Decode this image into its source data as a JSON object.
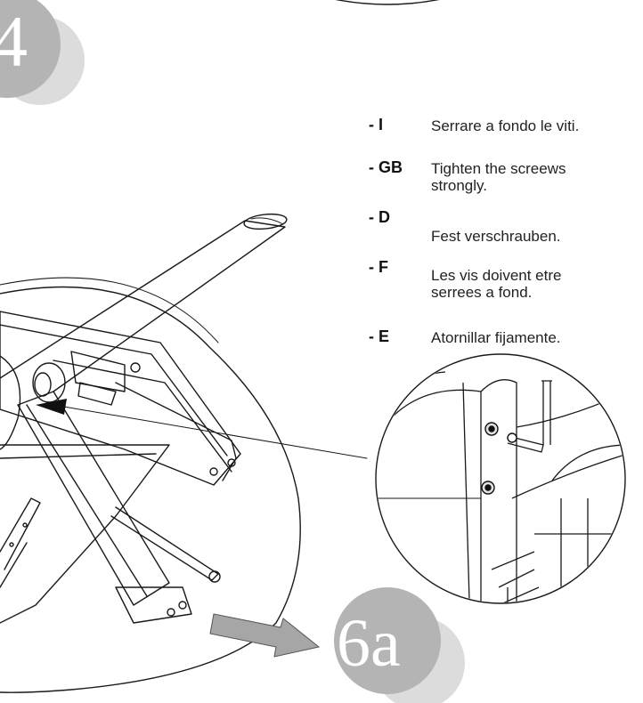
{
  "step_badges": {
    "step_4": "4",
    "step_6a": "6a"
  },
  "colors": {
    "badge_dark": "#b4b4b4",
    "badge_light": "#dcdcdc",
    "line": "#1a1a1a",
    "arrow": "#9a9a9a"
  },
  "instructions": [
    {
      "code": "- I",
      "text": "Serrare a fondo le viti."
    },
    {
      "code": "- GB",
      "text": "Tighten the screews strongly."
    },
    {
      "code": "- D",
      "text": "Fest verschrauben."
    },
    {
      "code": "- F",
      "text": "Les vis doivent etre serrees a fond."
    },
    {
      "code": "- E",
      "text": "Atornillar fijamente."
    }
  ]
}
